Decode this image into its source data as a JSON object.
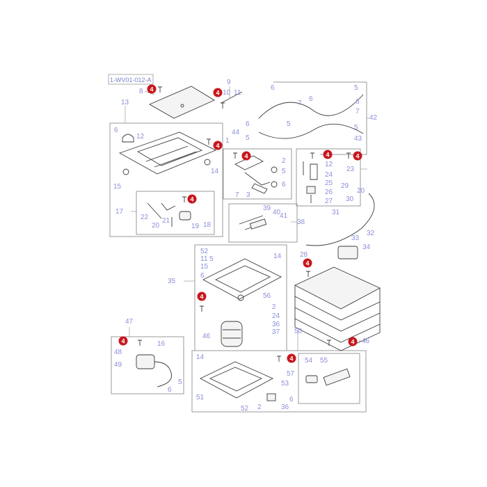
{
  "reference_code": "1-WV01-012-A",
  "badge_text": "4",
  "colors": {
    "label": "#8a8fd8",
    "badge": "#c8161d",
    "outline": "#9a9a9a"
  },
  "labels": {
    "l1": "1",
    "l2": "2",
    "l3": "3",
    "l5": "5",
    "l6": "6",
    "l7": "7",
    "l8": "8",
    "l9": "9",
    "l10": "10",
    "l11": "11",
    "l12": "12",
    "l13": "13",
    "l14": "14",
    "l15": "15",
    "l16": "16",
    "l17": "17",
    "l18": "18",
    "l19": "19",
    "l20": "20",
    "l21": "21",
    "l22": "22",
    "l23": "23",
    "l24": "24",
    "l25": "25",
    "l26": "26",
    "l27": "27",
    "l28": "28",
    "l29": "29",
    "l30": "30",
    "l31": "31",
    "l32": "32",
    "l33": "33",
    "l34": "34",
    "l35": "35",
    "l36": "36",
    "l37": "37",
    "l38": "38",
    "l39": "39",
    "l40": "40",
    "l41": "41",
    "l42": "42",
    "l43": "43",
    "l44": "44",
    "l45": "45",
    "l46": "46",
    "l47": "47",
    "l48": "48",
    "l49": "49",
    "l50": "50",
    "l51": "51",
    "l52": "52",
    "l53": "53",
    "l54": "54",
    "l55": "55",
    "l56": "56",
    "l57": "57"
  }
}
